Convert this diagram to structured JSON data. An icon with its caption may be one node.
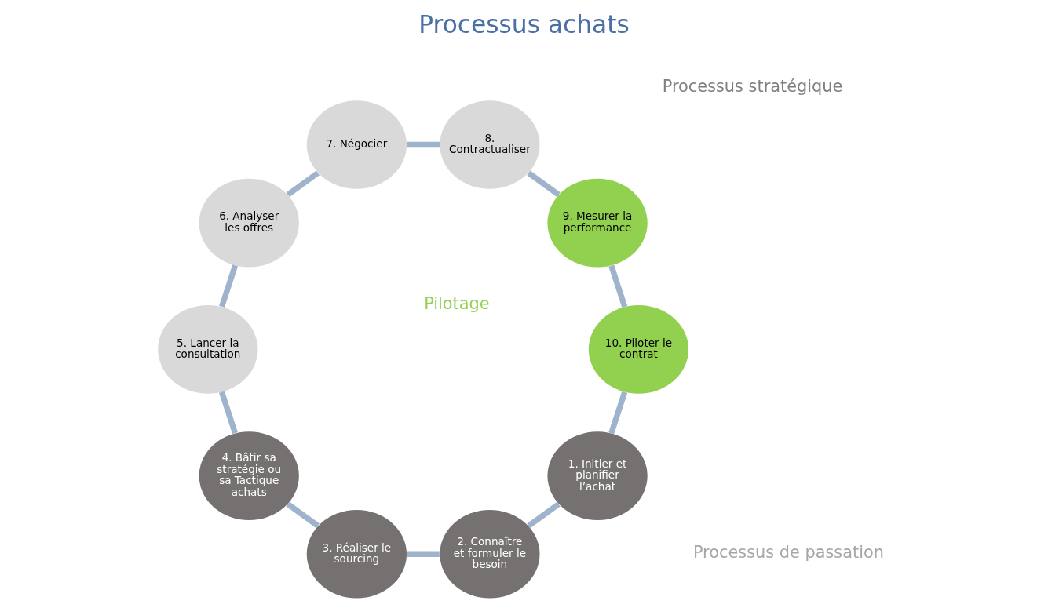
{
  "diagram": {
    "title": "Processus achats",
    "nodes": [
      {
        "text": [
          "1. Initier et planifier l’achat"
        ]
      },
      {
        "text": [
          "2. Connaître et formuler le besoin"
        ]
      },
      {
        "text": [
          "3. Réaliser le sourcing"
        ]
      },
      {
        "text": [
          "4. Bâtir sa stratégie ou sa Tactique achats"
        ]
      },
      {
        "text": [
          "5. Lancer la consultation"
        ]
      },
      {
        "text": [
          "6. Analyser les offres"
        ]
      },
      {
        "text": [
          "7. Négocier"
        ]
      },
      {
        "text": [
          "8. Contractualiser"
        ]
      },
      {
        "text": [
          "9. Mesurer la performance"
        ]
      },
      {
        "text": [
          "10. Piloter le contrat"
        ]
      }
    ],
    "edges": [
      {
        "from": 0,
        "to": 1,
        "arrow": "none"
      },
      {
        "from": 1,
        "to": 2,
        "arrow": "none"
      },
      {
        "from": 2,
        "to": 3,
        "arrow": "none"
      },
      {
        "from": 3,
        "to": 4,
        "arrow": "none"
      },
      {
        "from": 4,
        "to": 5,
        "arrow": "none"
      },
      {
        "from": 5,
        "to": 6,
        "arrow": "none"
      },
      {
        "from": 6,
        "to": 7,
        "arrow": "none"
      },
      {
        "from": 7,
        "to": 8,
        "arrow": "none"
      },
      {
        "from": 8,
        "to": 9,
        "arrow": "none"
      },
      {
        "from": 9,
        "to": 0,
        "arrow": "none"
      }
    ],
    "labels": [
      "Processus stratégique",
      "Pilotage",
      "Processus de passation"
    ]
  }
}
